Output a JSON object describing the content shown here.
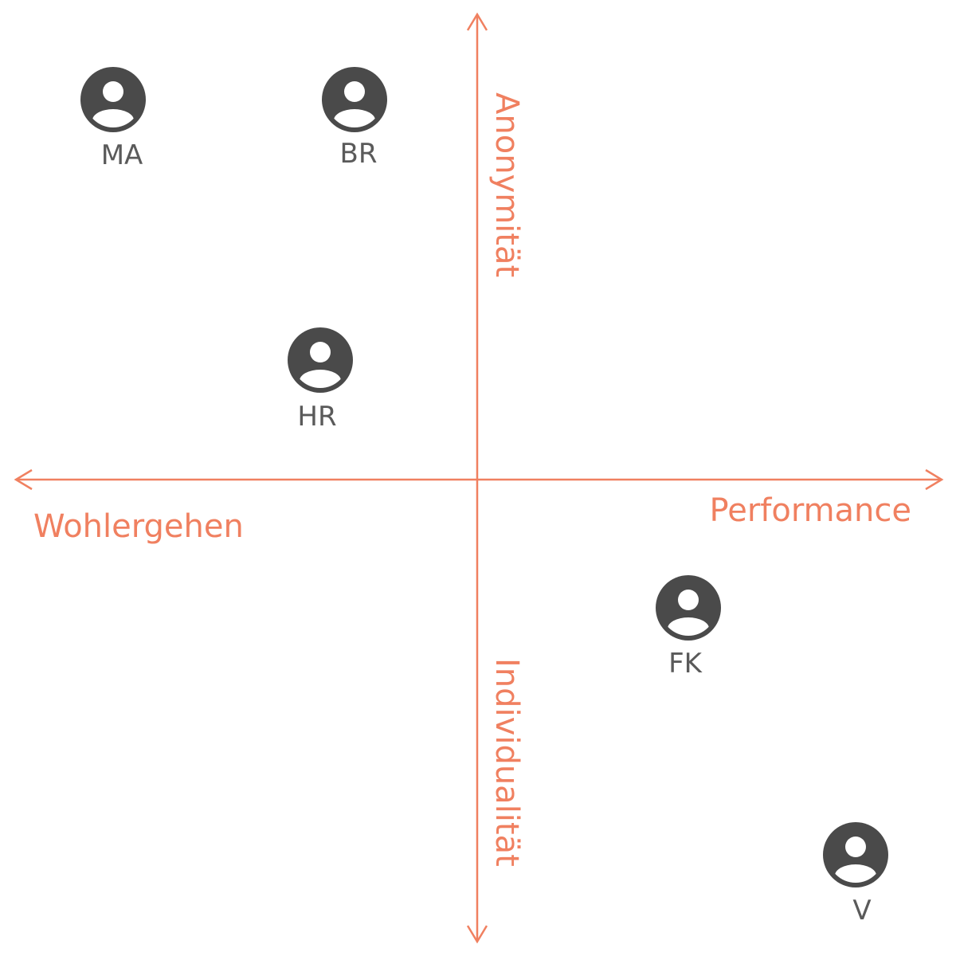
{
  "colors": {
    "axis": "#f08060",
    "person": "#4a4a4a",
    "label": "#5a5a5a"
  },
  "axes": {
    "left": "Wohlergehen",
    "right": "Performance",
    "top": "Anonymität",
    "bottom": "Individualität"
  },
  "stakeholders": [
    {
      "id": "ma",
      "label": "MA",
      "icon": "person-icon"
    },
    {
      "id": "br",
      "label": "BR",
      "icon": "person-icon"
    },
    {
      "id": "hr",
      "label": "HR",
      "icon": "person-icon"
    },
    {
      "id": "fk",
      "label": "FK",
      "icon": "person-icon"
    },
    {
      "id": "v",
      "label": "V",
      "icon": "person-icon"
    }
  ]
}
